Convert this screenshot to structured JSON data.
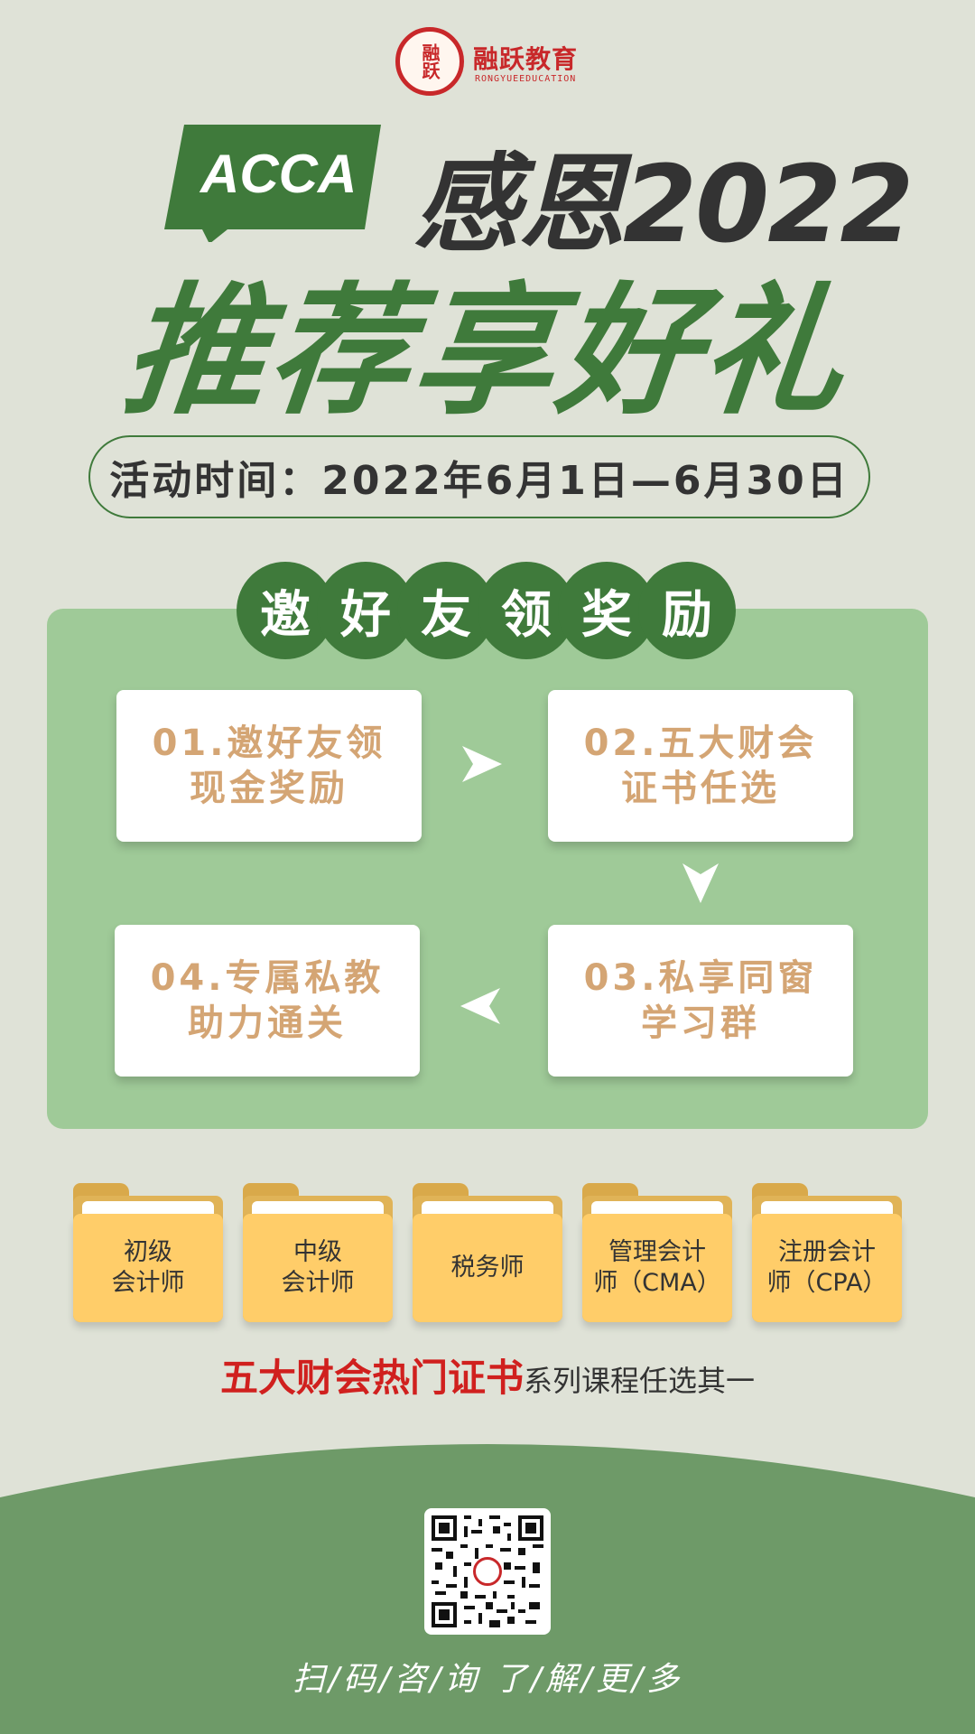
{
  "logo": {
    "seal_text": "融跃",
    "name": "融跃教育",
    "sub": "RONGYUEEDUCATION"
  },
  "title": {
    "tag": "ACCA",
    "line1": "感恩2022",
    "line2": "推荐享好礼"
  },
  "activity_time": "活动时间：2022年6月1日—6月30日",
  "reward": {
    "heading_chars": [
      "邀",
      "好",
      "友",
      "领",
      "奖",
      "励"
    ],
    "steps": [
      "01.邀好友领\n现金奖励",
      "02.五大财会\n证书任选",
      "03.私享同窗\n学习群",
      "04.专属私教\n助力通关"
    ]
  },
  "certificates": [
    "初级\n会计师",
    "中级\n会计师",
    "税务师",
    "管理会计\n师（CMA）",
    "注册会计\n师（CPA）"
  ],
  "tagline": {
    "highlight": "五大财会热门证书",
    "rest": "系列课程任选其一"
  },
  "footer": {
    "scan_text": "扫/码/咨/询  了/解/更/多"
  },
  "colors": {
    "brand_green": "#3f7a3b",
    "panel_green": "#9fca98",
    "bottom_green": "#6e9a68",
    "accent_red": "#d0201e",
    "card_text": "#d4a574",
    "folder_yellow": "#ffcd69"
  }
}
